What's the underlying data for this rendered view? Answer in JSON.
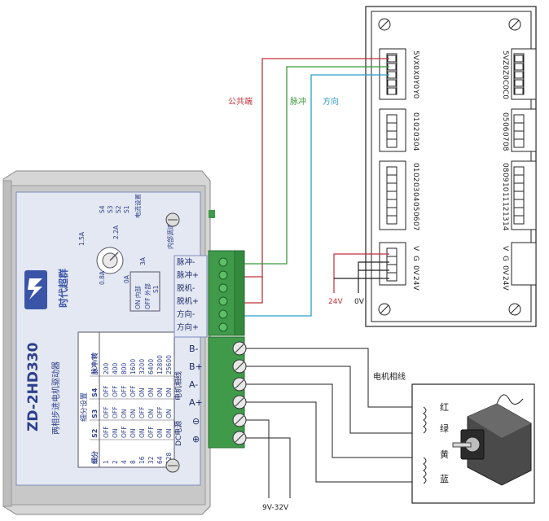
{
  "controller": {
    "top_left_labels": [
      "5V",
      "X0",
      "X0",
      "Y0",
      "Y0"
    ],
    "top_right_labels": [
      "5V",
      "Z0",
      "Z0",
      "C0",
      "C0"
    ],
    "out1_labels": [
      "01",
      "02",
      "03",
      "04"
    ],
    "out2_labels": [
      "05",
      "06",
      "07",
      "08"
    ],
    "in1_labels": [
      "01",
      "02",
      "03",
      "04",
      "05",
      "06",
      "07"
    ],
    "in2_labels": [
      "08",
      "09",
      "10",
      "11",
      "12",
      "13",
      "14"
    ],
    "pwr_left_labels": [
      "V",
      "G",
      "0V",
      "24V"
    ],
    "pwr_right_labels": [
      "V",
      "G",
      "0V",
      "24V"
    ]
  },
  "wire_labels": {
    "common": "公共端",
    "pulse": "脉冲",
    "direction": "方向",
    "v24": "24V",
    "v0": "0V",
    "motor_phase": "电机相线",
    "dc_supply": "9V-32V"
  },
  "motor_coils": [
    "红",
    "绿",
    "黄",
    "蓝"
  ],
  "driver": {
    "model": "ZD-2HD330",
    "subtitle": "两相步进电机驱动器",
    "brand": "时代超群",
    "current_labels": {
      "c08": "0.8A",
      "c15": "1.5A",
      "c22": "2.2A",
      "c3": "3A",
      "c0": "0A"
    },
    "switch_labels": [
      "S4",
      "S3",
      "S2",
      "S1"
    ],
    "switch_note": "电流设置",
    "s1_on": "ON 内部",
    "s1_off": "OFF 外部",
    "s1_tag": "S1",
    "internal_speed": "内部调速",
    "subdiv_title": "细分设置",
    "table_headers": [
      "细分",
      "S2",
      "S3",
      "S4",
      "脉冲/转"
    ],
    "table_rows": [
      [
        "1",
        "OFF",
        "OFF",
        "OFF",
        "200"
      ],
      [
        "2",
        "ON",
        "OFF",
        "OFF",
        "400"
      ],
      [
        "4",
        "OFF",
        "ON",
        "OFF",
        "800"
      ],
      [
        "8",
        "ON",
        "ON",
        "OFF",
        "1600"
      ],
      [
        "16",
        "ON",
        "OFF",
        "ON",
        "3200"
      ],
      [
        "32",
        "OFF",
        "ON",
        "ON",
        "6400"
      ],
      [
        "64",
        "ON",
        "OFF",
        "ON",
        "12800"
      ],
      [
        "128",
        "ON",
        "ON",
        "ON",
        "25600"
      ]
    ],
    "signal_labels": [
      "脉冲-",
      "脉冲+",
      "脱机-",
      "脱机+",
      "方向-",
      "方向+"
    ],
    "motor_labels": [
      "B-",
      "B+",
      "A-",
      "A+"
    ],
    "phase_title": "电机相线",
    "dc_title": "DC电源",
    "gnd_symbol": "⊖",
    "vcc_symbol": "⊕"
  },
  "colors": {
    "common_wire": "#c0303a",
    "pulse_wire": "#3a9a3a",
    "dir_wire": "#2e9fc6",
    "driver_blue": "#5a6fb0",
    "terminal_green": "#3f9b4a"
  }
}
